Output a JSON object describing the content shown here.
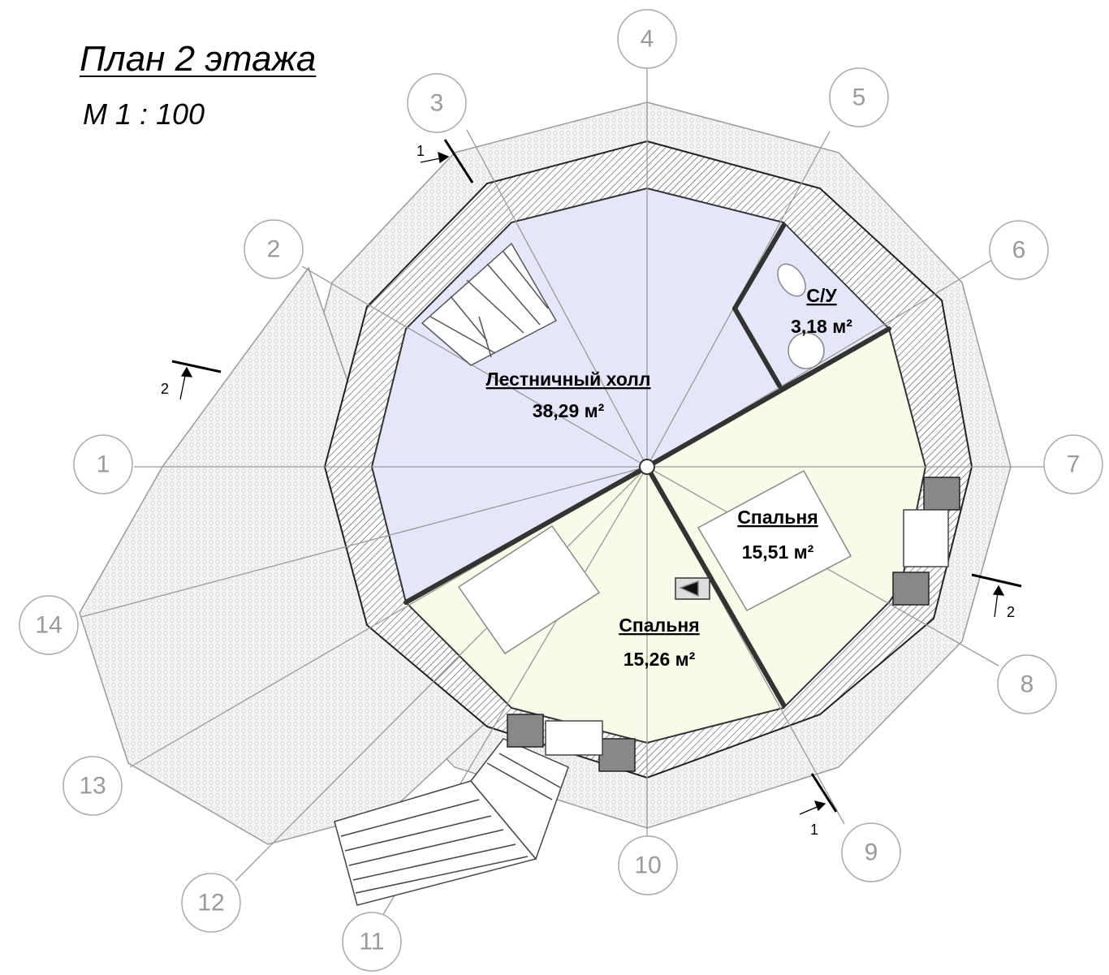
{
  "title": "План 2 этажа",
  "scale": "М 1 : 100",
  "axes": [
    {
      "id": "1",
      "label": "1"
    },
    {
      "id": "2",
      "label": "2"
    },
    {
      "id": "3",
      "label": "3"
    },
    {
      "id": "4",
      "label": "4"
    },
    {
      "id": "5",
      "label": "5"
    },
    {
      "id": "6",
      "label": "6"
    },
    {
      "id": "7",
      "label": "7"
    },
    {
      "id": "8",
      "label": "8"
    },
    {
      "id": "9",
      "label": "9"
    },
    {
      "id": "10",
      "label": "10"
    },
    {
      "id": "11",
      "label": "11"
    },
    {
      "id": "12",
      "label": "12"
    },
    {
      "id": "13",
      "label": "13"
    },
    {
      "id": "14",
      "label": "14"
    }
  ],
  "rooms": {
    "hall": {
      "name": "Лестничный холл",
      "area": "38,29 м²",
      "color": "#e6e6fa"
    },
    "wc": {
      "name": "С/У",
      "area": "3,18 м²",
      "color": "#e6e6fa"
    },
    "bedroom_right": {
      "name": "Спальня",
      "area": "15,51 м²",
      "color": "#fafae8"
    },
    "bedroom_left": {
      "name": "Спальня",
      "area": "15,26 м²",
      "color": "#fafae8"
    }
  },
  "section_marks": {
    "cut1_top": "1",
    "cut1_bottom": "1",
    "cut2_left": "2",
    "cut2_right": "2"
  },
  "colors": {
    "axis_circle": "#aaaaaa",
    "wall": "#555555",
    "paving": "#f2f2f2"
  }
}
